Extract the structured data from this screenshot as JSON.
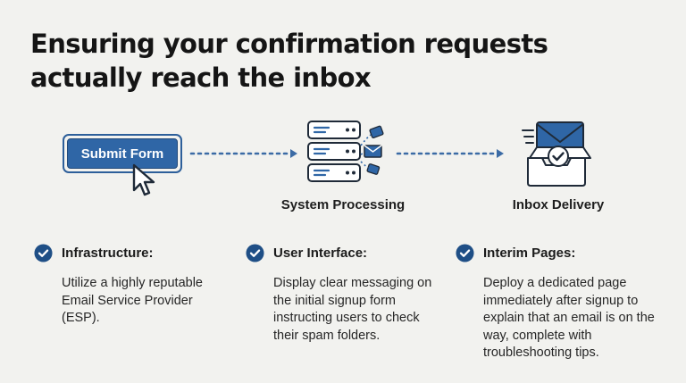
{
  "title": {
    "line1": "Ensuring your confirmation requests",
    "line2": "actually reach the inbox"
  },
  "flow": {
    "submit_button": "Submit Form",
    "processing_label": "System Processing",
    "inbox_label": "Inbox Delivery"
  },
  "columns": [
    {
      "title": "Infrastructure:",
      "text": "Utilize a highly reputable Email Service Provider (ESP)."
    },
    {
      "title": "User Interface:",
      "text": "Display clear messaging on the initial signup form instructing users to check their spam folders."
    },
    {
      "title": "Interim Pages:",
      "text": "Deploy a dedicated page immediately after signup to explain that an email is on the way, complete with troubleshooting tips."
    }
  ],
  "colors": {
    "accent": "#2f66a6",
    "dark_blue": "#1f4f86",
    "background": "#f2f2ef"
  },
  "icons": [
    "cursor-icon",
    "server-icon",
    "envelope-icon",
    "inbox-tray-icon",
    "checkmark-icon"
  ]
}
